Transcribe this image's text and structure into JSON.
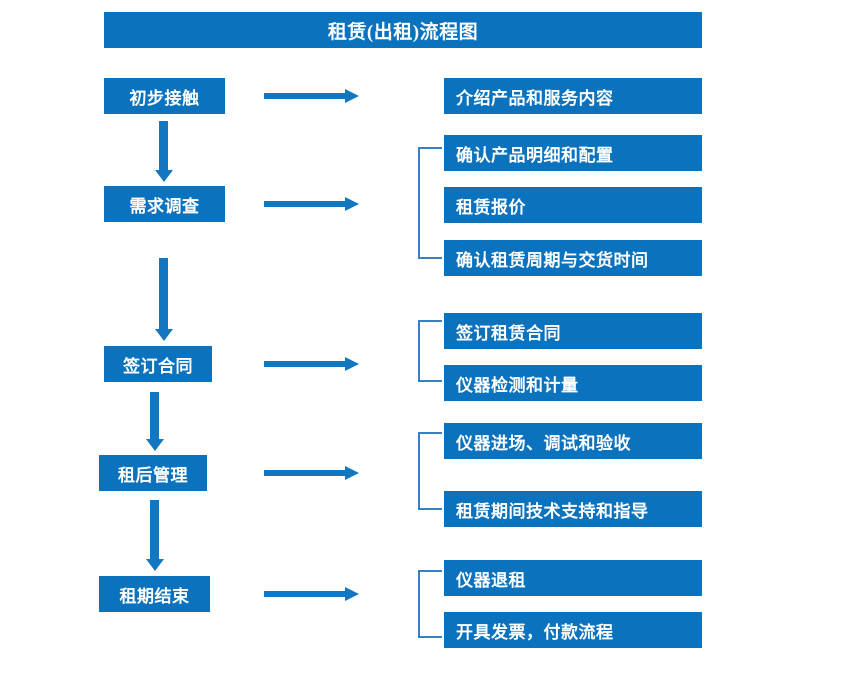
{
  "title": "租赁(出租)流程图",
  "colors": {
    "box_blue": "#0b72bd",
    "arrow_blue": "#1277c0",
    "bracket_blue": "#3a7fc1",
    "text": "#ffffff",
    "background": "#ffffff"
  },
  "stages": [
    {
      "label": "初步接触"
    },
    {
      "label": "需求调查"
    },
    {
      "label": "签订合同"
    },
    {
      "label": "租后管理"
    },
    {
      "label": "租期结束"
    }
  ],
  "details": [
    {
      "label": "介绍产品和服务内容"
    },
    {
      "label": "确认产品明细和配置"
    },
    {
      "label": "租赁报价"
    },
    {
      "label": "确认租赁周期与交货时间"
    },
    {
      "label": "签订租赁合同"
    },
    {
      "label": "仪器检测和计量"
    },
    {
      "label": "仪器进场、调试和验收"
    },
    {
      "label": "租赁期间技术支持和指导"
    },
    {
      "label": "仪器退租"
    },
    {
      "label": "开具发票，付款流程"
    }
  ]
}
